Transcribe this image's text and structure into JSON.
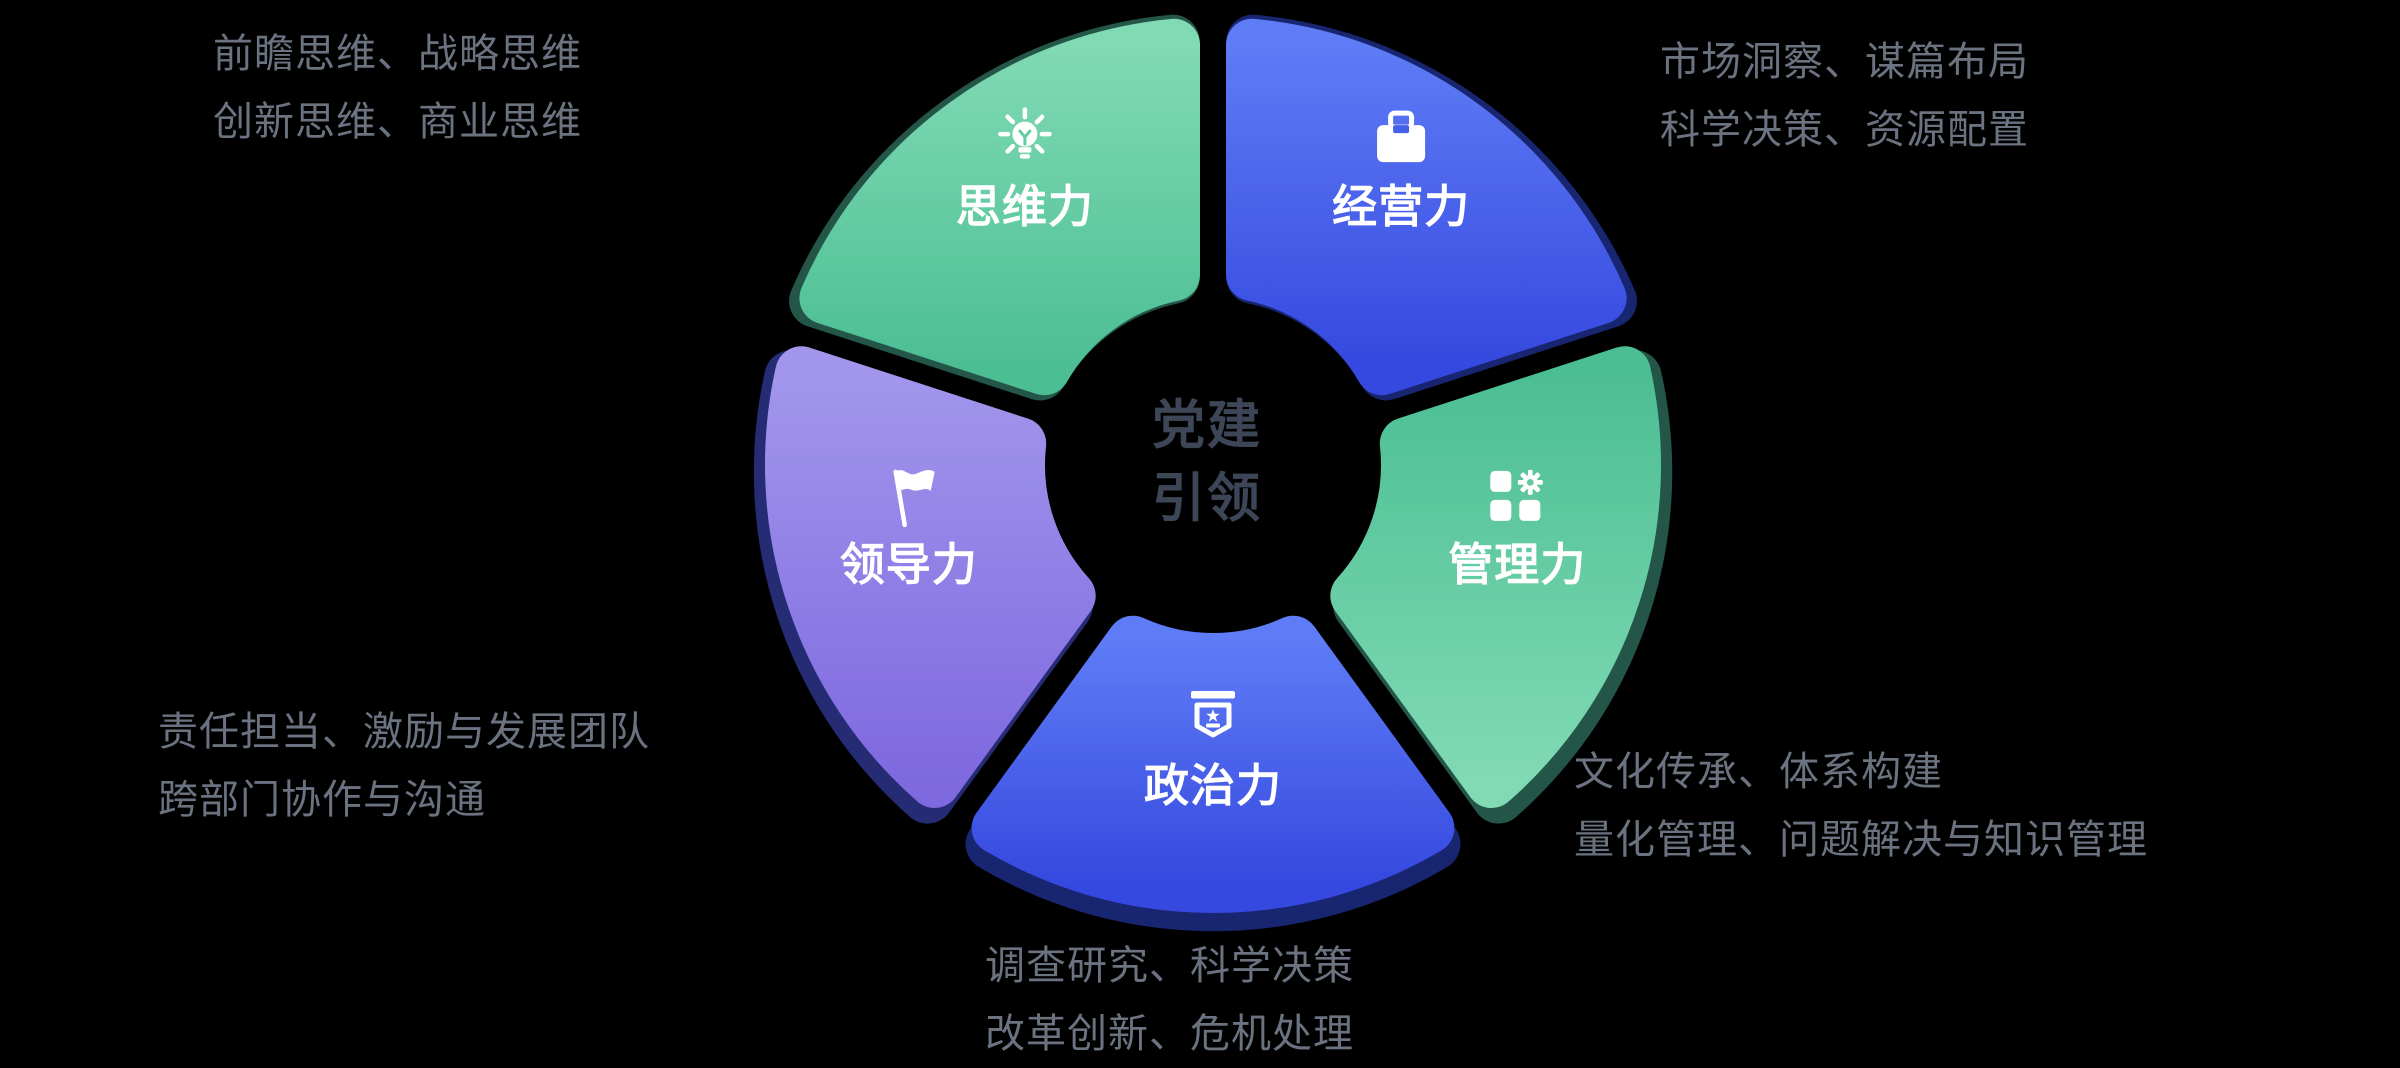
{
  "title": {
    "line1": "党建",
    "line2": "引领"
  },
  "segments": [
    {
      "id": "thinking",
      "label": "思维力",
      "icon": "lightbulb-icon",
      "color": "green",
      "mid_angle": 324,
      "light": "up"
    },
    {
      "id": "business",
      "label": "经营力",
      "icon": "briefcase-icon",
      "color": "blue",
      "mid_angle": 36,
      "light": "up"
    },
    {
      "id": "management",
      "label": "管理力",
      "icon": "grid-gear-icon",
      "color": "green",
      "mid_angle": 108,
      "light": "down"
    },
    {
      "id": "political",
      "label": "政治力",
      "icon": "badge-star-icon",
      "color": "blue",
      "mid_angle": 180,
      "light": "up"
    },
    {
      "id": "leadership",
      "label": "领导力",
      "icon": "flag-icon",
      "color": "purple",
      "mid_angle": 252,
      "light": "up"
    }
  ],
  "annotations": {
    "top_left": {
      "line1": "前瞻思维、战略思维",
      "line2": "创新思维、商业思维"
    },
    "top_right": {
      "line1": "市场洞察、谋篇布局",
      "line2": "科学决策、资源配置"
    },
    "bottom_left": {
      "line1": "责任担当、激励与发展团队",
      "line2": "跨部门协作与沟通"
    },
    "bottom_right": {
      "line1": "文化传承、体系构建",
      "line2": "量化管理、问题解决与知识管理"
    },
    "bottom_center": {
      "line1": "调查研究、科学决策",
      "line2": "改革创新、危机处理"
    }
  },
  "colors": {
    "background": "#000000",
    "annotation_text": "#6B7280",
    "center_text": "#3D4657",
    "label_text": "#FFFFFF",
    "green_light": "#80DAB4",
    "green_dark": "#4CBE94",
    "green_mid": "#63CBA0",
    "green_shadow": "#235649",
    "blue_light": "#5E7CF6",
    "blue_dark": "#3548DF",
    "blue_mid": "#4760EA",
    "blue_shadow": "#182570",
    "purple_light": "#A296EC",
    "purple_dark": "#7E69DF",
    "purple_mid": "#8D7BE1",
    "purple_shadow": "#252C74"
  }
}
